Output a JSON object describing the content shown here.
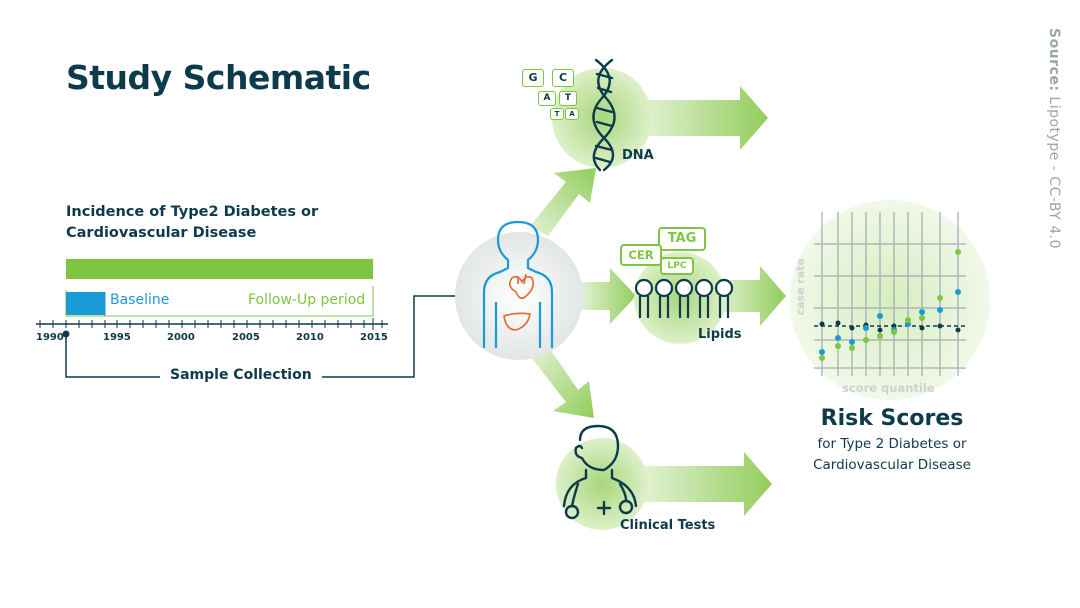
{
  "title": "Study Schematic",
  "source": {
    "bold": "Source:",
    "text": " Lipotype - CC-BY 4.0"
  },
  "incidence": "Incidence of Type2 Diabetes or Cardiovascular Disease",
  "timeline": {
    "baseline": "Baseline",
    "followup": "Follow-Up period",
    "ticks": [
      "1990",
      "1995",
      "2000",
      "2005",
      "2010",
      "2015"
    ]
  },
  "sample_collection": "Sample Collection",
  "dna": {
    "label": "DNA",
    "bases": [
      "G",
      "C",
      "A",
      "T",
      "T",
      "A"
    ]
  },
  "lipids": {
    "label": "Lipids",
    "tags": [
      "TAG",
      "CER",
      "LPC"
    ]
  },
  "clinical": {
    "label": "Clinical Tests"
  },
  "risk": {
    "title": "Risk Scores",
    "subtitle_line1": "for Type 2 Diabetes or",
    "subtitle_line2": "Cardiovascular Disease",
    "ylabel": "case rate",
    "xlabel": "score quantile"
  },
  "colors": {
    "navy": "#0d3b4c",
    "green": "#7fc542",
    "blue": "#1a9ad6",
    "orange": "#e3682a"
  }
}
